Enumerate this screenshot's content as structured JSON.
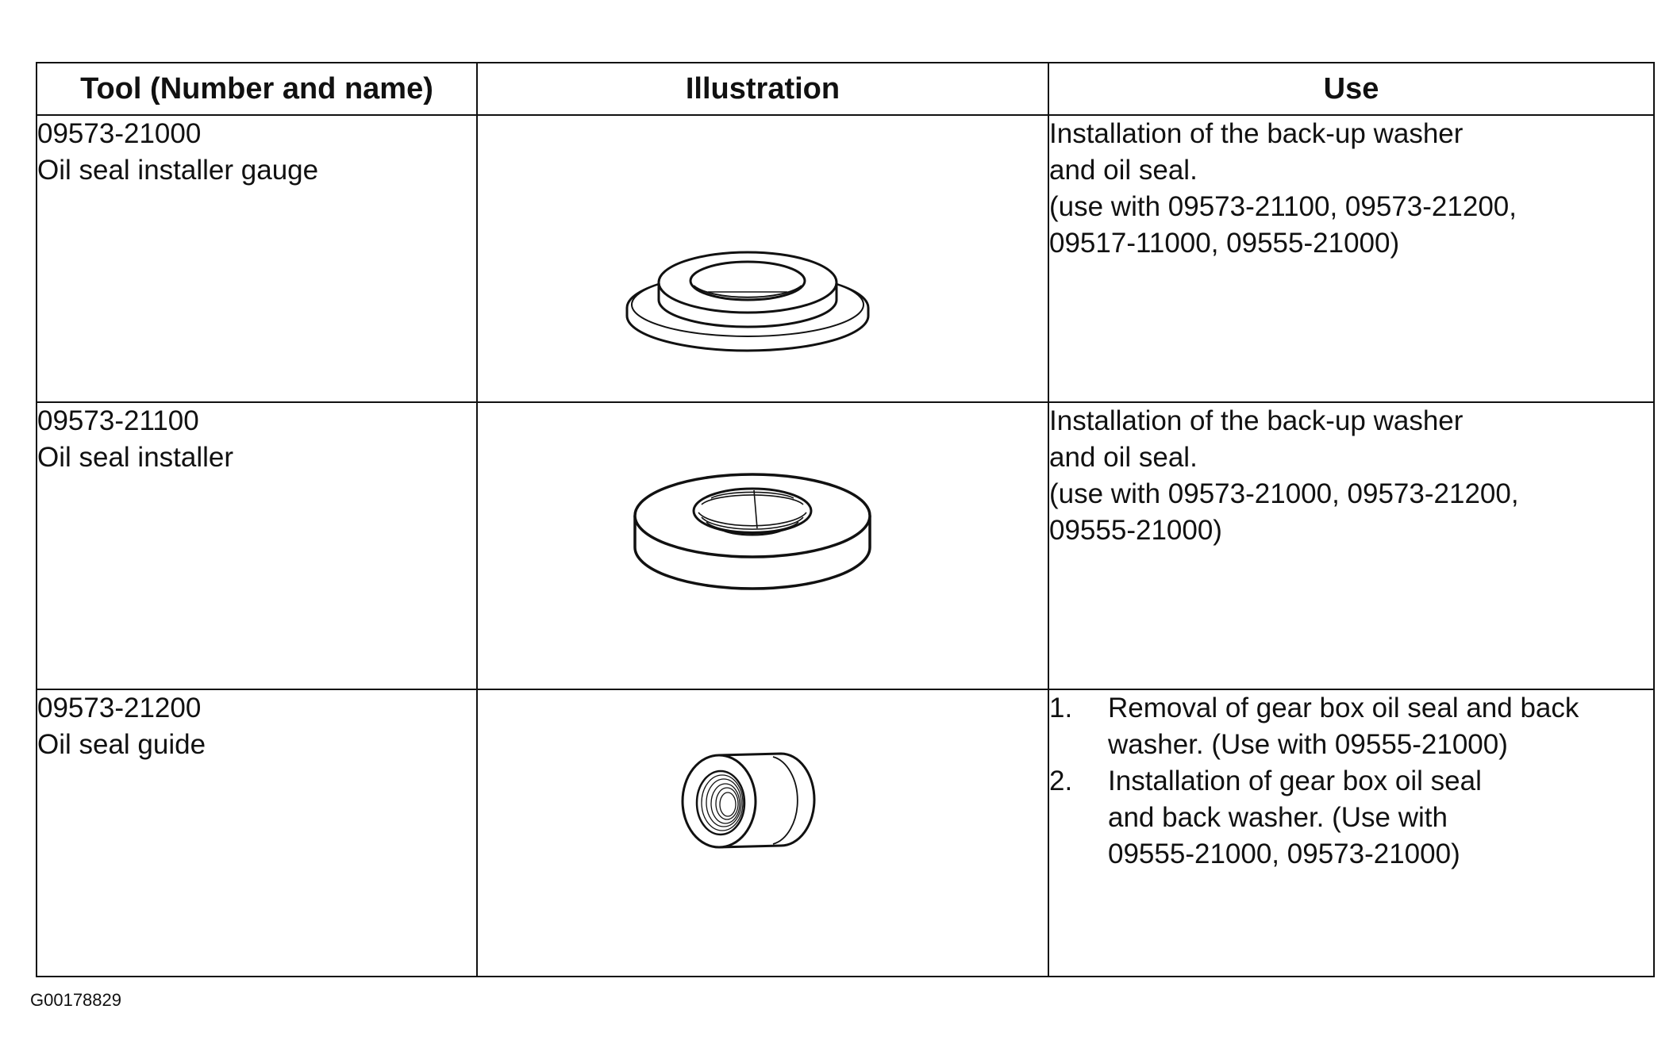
{
  "table": {
    "headers": {
      "tool": "Tool (Number and name)",
      "illustration": "Illustration",
      "use": "Use"
    },
    "rows": [
      {
        "number": "09573-21000",
        "name": "Oil seal installer gauge",
        "illustration_icon": "oil-seal-installer-gauge-icon",
        "use_lines": [
          "Installation of the back-up washer",
          "and oil seal.",
          "(use with 09573-21100, 09573-21200,",
          "09517-11000, 09555-21000)"
        ]
      },
      {
        "number": "09573-21100",
        "name": "Oil seal installer",
        "illustration_icon": "oil-seal-installer-icon",
        "use_lines": [
          "Installation of the back-up washer",
          "and oil seal.",
          "(use with 09573-21000, 09573-21200,",
          "09555-21000)"
        ]
      },
      {
        "number": "09573-21200",
        "name": "Oil seal guide",
        "illustration_icon": "oil-seal-guide-icon",
        "use_steps": [
          {
            "num": "1.",
            "lines": [
              "Removal of gear box oil seal and back",
              "washer. (Use with 09555-21000)"
            ]
          },
          {
            "num": "2.",
            "lines": [
              "Installation of gear box oil seal",
              "and back washer.  (Use with",
              "09555-21000, 09573-21000)"
            ]
          }
        ]
      }
    ]
  },
  "figure_id": "G00178829"
}
